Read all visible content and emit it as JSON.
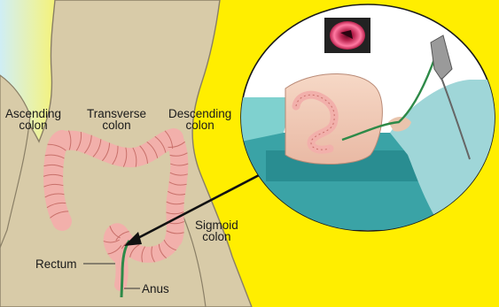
{
  "colors": {
    "background_yellow": "#ffee00",
    "left_panel_tint": "#dff3f8",
    "body_skin": "#d8cba8",
    "body_outline": "#8a7f66",
    "colon": "#f2b0ab",
    "colon_dark": "#c8706a",
    "scope_green": "#2e8a48",
    "inset_circle": "#ffffff",
    "drape_blue": "#3aa3a6",
    "monitor_dark": "#222222",
    "monitor_pink": "#e33a6a"
  },
  "labels": {
    "ascending": [
      "Ascending",
      "colon"
    ],
    "transverse": [
      "Transverse",
      "colon"
    ],
    "descending": [
      "Descending",
      "colon"
    ],
    "sigmoid": [
      "Sigmoid",
      "colon"
    ],
    "rectum": "Rectum",
    "anus": "Anus"
  }
}
